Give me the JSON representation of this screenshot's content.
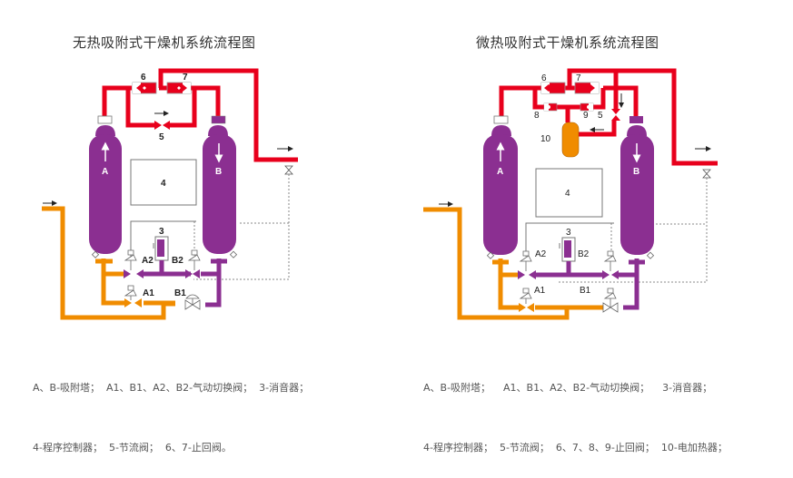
{
  "colors": {
    "wet_air": "#f08c00",
    "tower": "#8b2f91",
    "dry_air": "#e8001c",
    "heater": "#f08c00",
    "text": "#333333"
  },
  "left_diagram": {
    "title": "无热吸附式干燥机系统流程图",
    "towers": [
      {
        "label": "A",
        "flow": "up"
      },
      {
        "label": "B",
        "flow": "down"
      }
    ],
    "controller_label": "4",
    "muffler_label": "3",
    "throttle_label": "5",
    "check_valves": [
      "6",
      "7"
    ],
    "valve_labels": [
      "A2",
      "B2",
      "A1",
      "B1"
    ],
    "legend_lines": [
      "A、B-吸附塔；  A1、B1、A2、B2-气动切换阀；  3-消音器；",
      "4-程序控制器；  5-节流阀；  6、7-止回阀。"
    ]
  },
  "right_diagram": {
    "title": "微热吸附式干燥机系统流程图",
    "towers": [
      {
        "label": "A",
        "flow": "up"
      },
      {
        "label": "B",
        "flow": "down"
      }
    ],
    "controller_label": "4",
    "muffler_label": "3",
    "throttle_label": "5",
    "check_valves": [
      "6",
      "7",
      "8",
      "9"
    ],
    "heater_label": "10",
    "valve_labels": [
      "A2",
      "B2",
      "A1",
      "B1"
    ],
    "legend_lines": [
      "A、B-吸附塔；    A1、B1、A2、B2-气动切换阀；    3-消音器；",
      "4-程序控制器；  5-节流阀；  6、7、8、9-止回阀；  10-电加热器；"
    ]
  }
}
